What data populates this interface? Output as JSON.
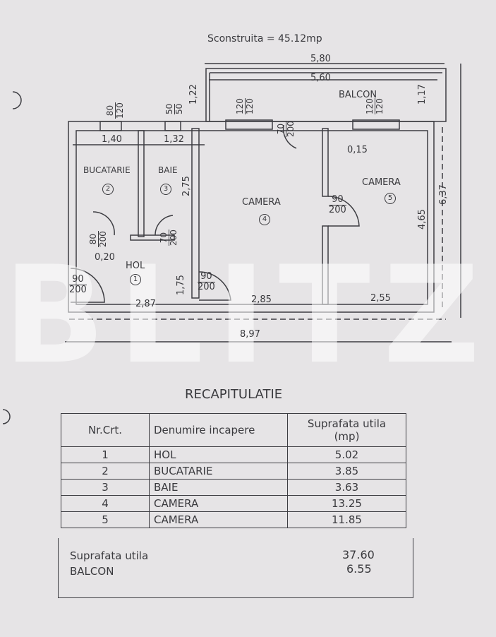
{
  "plan": {
    "built_area": "Sconstruita  =  45.12mp",
    "balcony_label": "BALCON",
    "rooms": [
      {
        "name": "HOL",
        "number": "1"
      },
      {
        "name": "BUCATARIE",
        "number": "2"
      },
      {
        "name": "BAIE",
        "number": "3"
      },
      {
        "name": "CAMERA",
        "number": "4"
      },
      {
        "name": "CAMERA",
        "number": "5"
      }
    ],
    "dimensions": {
      "balcony_outer": "5,80",
      "balcony_inner": "5,60",
      "balcony_depth_left": "1,22",
      "balcony_depth_right": "1,17",
      "bucatarie_width": "1,40",
      "baie_width": "1,32",
      "baie_height": "2,75",
      "wall_thickness": "0,15",
      "hol_offset": "0,20",
      "hol_height": "1,75",
      "camera5_height": "4,65",
      "total_height": "6,37",
      "hol_width": "2,87",
      "camera4_width": "2,85",
      "camera5_width": "2,55",
      "total_width": "8,97"
    },
    "openings": {
      "window_bucatarie": [
        "80",
        "120"
      ],
      "window_baie": [
        "50",
        "50"
      ],
      "window_camera4": [
        "120",
        "120"
      ],
      "window_camera5": [
        "120",
        "120"
      ],
      "door_balcon": [
        "70",
        "200"
      ],
      "door_bucatarie": [
        "80",
        "200"
      ],
      "door_baie": [
        "70",
        "200"
      ],
      "door_camera5": [
        "90",
        "200"
      ],
      "door_camera4": [
        "90",
        "200"
      ],
      "door_entrance": [
        "90",
        "200"
      ]
    }
  },
  "watermark": "BLITZ",
  "summary": {
    "title": "RECAPITULATIE",
    "headers": [
      "Nr.Crt.",
      "Denumire incapere",
      "Suprafata utila",
      "(mp)"
    ],
    "rows": [
      {
        "nr": "1",
        "name": "HOL",
        "area": "5.02"
      },
      {
        "nr": "2",
        "name": "BUCATARIE",
        "area": "3.85"
      },
      {
        "nr": "3",
        "name": "BAIE",
        "area": "3.63"
      },
      {
        "nr": "4",
        "name": "CAMERA",
        "area": "13.25"
      },
      {
        "nr": "5",
        "name": "CAMERA",
        "area": "11.85"
      }
    ],
    "total_label": "Suprafata utila",
    "total_value": "37.60",
    "balcony_label": "BALCON",
    "balcony_value": "6.55"
  }
}
